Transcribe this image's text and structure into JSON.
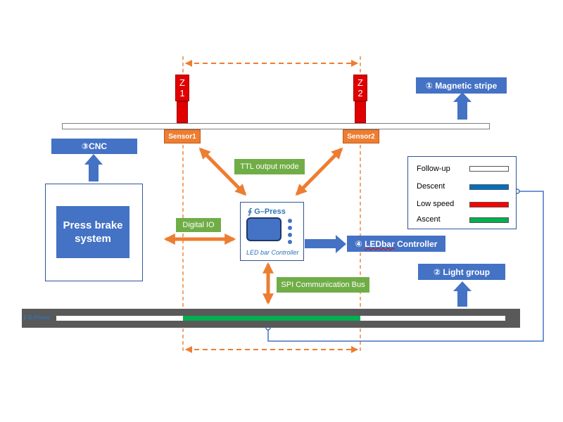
{
  "zones": [
    {
      "letter": "Z",
      "number": "1"
    },
    {
      "letter": "Z",
      "number": "2"
    }
  ],
  "sensors": [
    "Sensor1",
    "Sensor2"
  ],
  "boxes": {
    "magnetic_stripe": "① Magnetic stripe",
    "cnc": "③CNC",
    "led_controller_prefix": "④ ",
    "led_controller_underlined": "LEDbar",
    "led_controller_suffix": " Controller",
    "light_group": "② Light group"
  },
  "labels": {
    "ttl": "TTL output mode",
    "digital_io": "Digital IO",
    "spi": "SPI Communication Bus"
  },
  "press_brake": {
    "line1": "Press brake",
    "line2": "system"
  },
  "controller": {
    "logo": "∮ G–Press",
    "caption": "LED bar Controller"
  },
  "ledbar": {
    "logo": "∮ G-Press"
  },
  "legend": [
    {
      "label": "Follow-up",
      "color": "#ffffff"
    },
    {
      "label": "Descent",
      "color": "#0070c0"
    },
    {
      "label": "Low speed",
      "color": "#ff0000"
    },
    {
      "label": "Ascent",
      "color": "#00b050"
    }
  ],
  "colors": {
    "orange": "#ed7d31",
    "blue": "#4472c4",
    "line_blue": "#4472c4"
  }
}
